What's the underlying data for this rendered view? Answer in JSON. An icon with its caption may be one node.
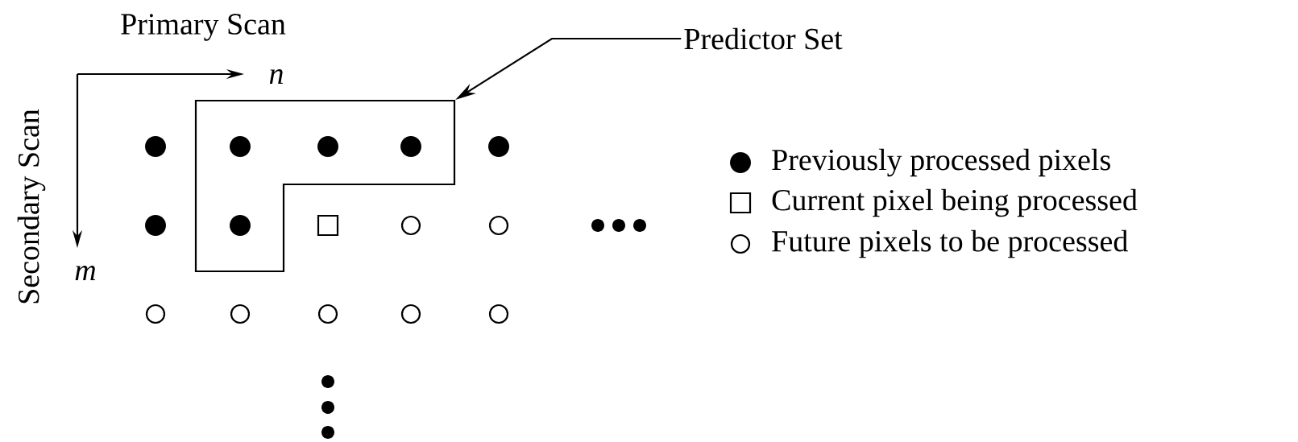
{
  "diagram": {
    "nodes": [
      {
        "text": [
          "Predictor Set"
        ]
      },
      {
        "text": [],
        "shape": "box"
      }
    ],
    "edges": [
      {
        "from": 0,
        "to": 1,
        "arrow": "to"
      }
    ],
    "labels": [
      "Primary Scan",
      "n",
      "Secondary Scan",
      "m"
    ],
    "legend": [
      {
        "text": "Previously processed pixels"
      },
      {
        "text": "Current pixel being processed"
      },
      {
        "text": "Future pixels to be processed"
      }
    ]
  }
}
